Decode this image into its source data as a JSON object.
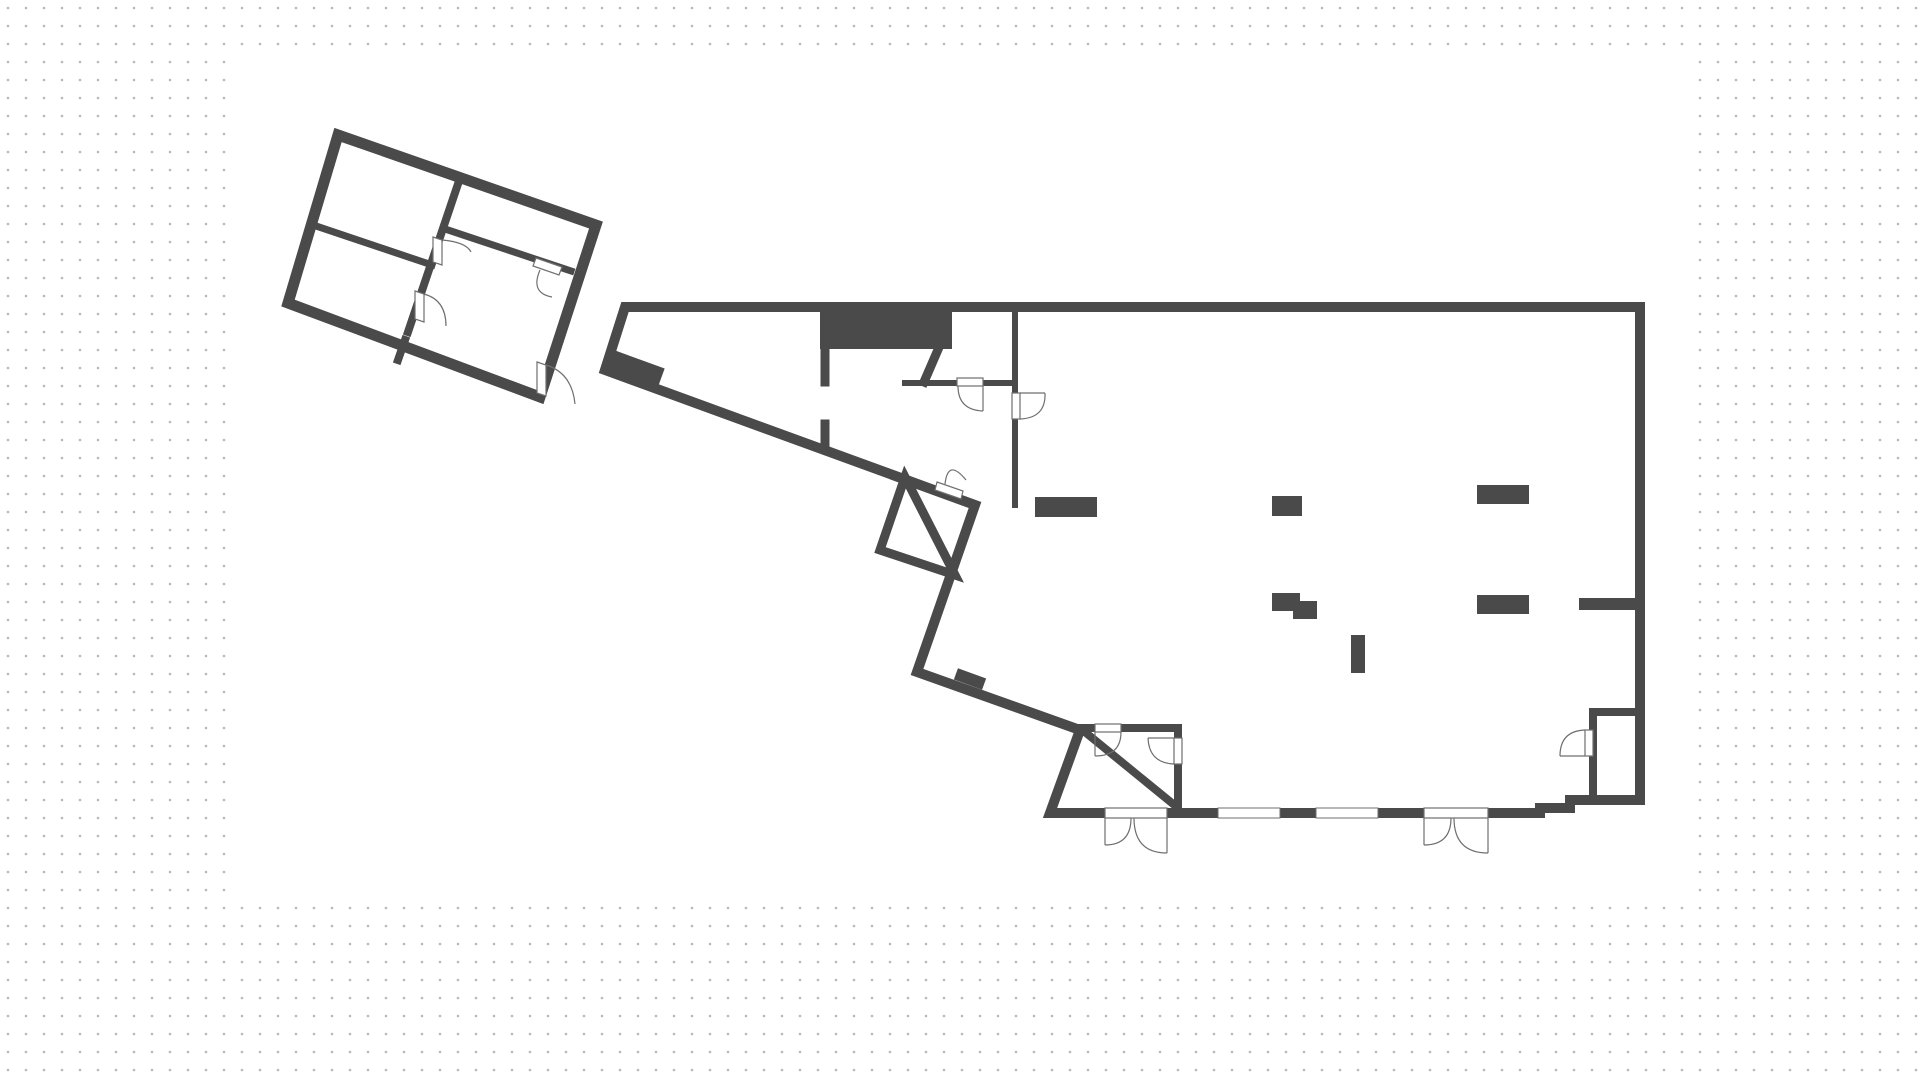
{
  "canvas": {
    "background": "#ffffff"
  },
  "colors": {
    "wall": "#4a4a4a",
    "door_line": "#6f6f6f",
    "grid_dot": "#b9b9b9"
  },
  "plan": {
    "annex_count": 1,
    "main_count": 1,
    "door_count": 12,
    "window_count": 3,
    "column_count": 6
  }
}
